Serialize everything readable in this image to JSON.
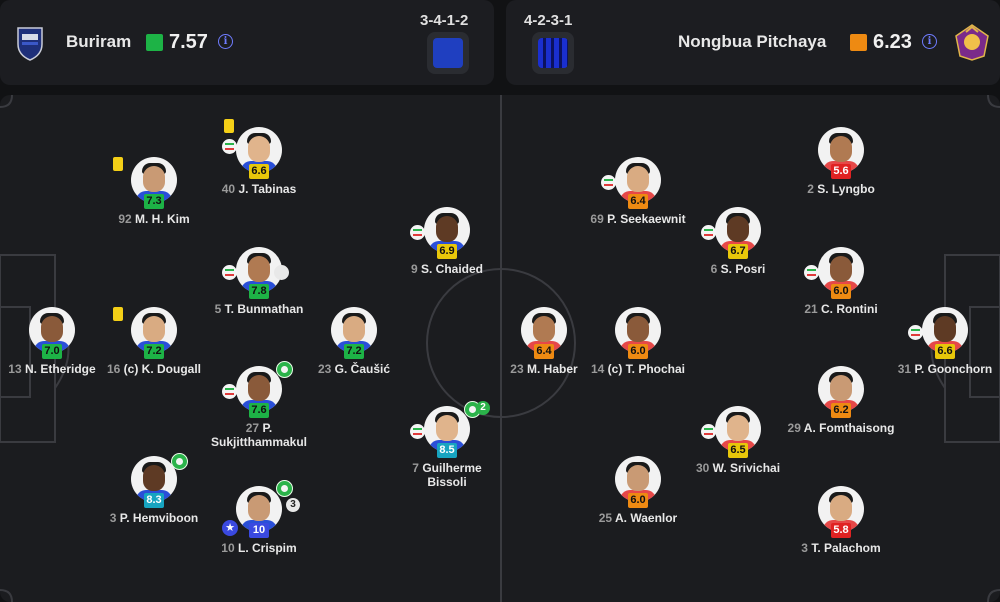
{
  "home": {
    "name": "Buriram",
    "rating": "7.57",
    "rating_color": "#1db346",
    "formation": "3-4-1-2",
    "kit_color": "#1f3fc0",
    "crest_icon": "buriram-crest-icon"
  },
  "away": {
    "name": "Nongbua Pitchaya",
    "rating": "6.23",
    "rating_color": "#ee8a12",
    "formation": "4-2-3-1",
    "kit_color": "#1a2fd0",
    "crest_icon": "nongbua-crest-icon"
  },
  "players": [
    {
      "id": "p1",
      "num": "13",
      "name": "N. Etheridge",
      "rating": "7.0",
      "color": "green"
    },
    {
      "id": "p2",
      "num": "92",
      "name": "M. H. Kim",
      "rating": "7.3",
      "color": "green"
    },
    {
      "id": "p3",
      "num": "16",
      "name": "(c) K. Dougall",
      "rating": "7.2",
      "color": "green"
    },
    {
      "id": "p4",
      "num": "3",
      "name": "P. Hemviboon",
      "rating": "8.3",
      "color": "teal"
    },
    {
      "id": "p5",
      "num": "40",
      "name": "J. Tabinas",
      "rating": "6.6",
      "color": "yellow"
    },
    {
      "id": "p6",
      "num": "5",
      "name": "T. Bunmathan",
      "rating": "7.8",
      "color": "green"
    },
    {
      "id": "p7",
      "num": "27",
      "name": "P. Sukjitthammakul",
      "rating": "7.6",
      "color": "green"
    },
    {
      "id": "p8",
      "num": "10",
      "name": "L. Crispim",
      "rating": "10",
      "color": "blue"
    },
    {
      "id": "p9",
      "num": "23",
      "name": "G. Čaušić",
      "rating": "7.2",
      "color": "green"
    },
    {
      "id": "p10",
      "num": "9",
      "name": "S. Chaided",
      "rating": "6.9",
      "color": "yellow"
    },
    {
      "id": "p11",
      "num": "7",
      "name": "Guilherme Bissoli",
      "rating": "8.5",
      "color": "teal"
    },
    {
      "id": "p12",
      "num": "23",
      "name": "M. Haber",
      "rating": "6.4",
      "color": "orange"
    },
    {
      "id": "p13",
      "num": "14",
      "name": "(c) T. Phochai",
      "rating": "6.0",
      "color": "orange"
    },
    {
      "id": "p14",
      "num": "25",
      "name": "A. Waenlor",
      "rating": "6.0",
      "color": "orange"
    },
    {
      "id": "p15",
      "num": "69",
      "name": "P. Seekaewnit",
      "rating": "6.4",
      "color": "orange"
    },
    {
      "id": "p16",
      "num": "6",
      "name": "S. Posri",
      "rating": "6.7",
      "color": "yellow"
    },
    {
      "id": "p17",
      "num": "30",
      "name": "W. Srivichai",
      "rating": "6.5",
      "color": "yellow"
    },
    {
      "id": "p18",
      "num": "2",
      "name": "S. Lyngbo",
      "rating": "5.6",
      "color": "red"
    },
    {
      "id": "p19",
      "num": "21",
      "name": "C. Rontini",
      "rating": "6.0",
      "color": "orange"
    },
    {
      "id": "p20",
      "num": "29",
      "name": "A. Fomthaisong",
      "rating": "6.2",
      "color": "orange"
    },
    {
      "id": "p21",
      "num": "3",
      "name": "T. Palachom",
      "rating": "5.8",
      "color": "red"
    },
    {
      "id": "p22",
      "num": "31",
      "name": "P. Goonchorn",
      "rating": "6.6",
      "color": "yellow"
    }
  ],
  "event_counts": {
    "bissoli_goals": "2",
    "crispim_assists": "3"
  }
}
